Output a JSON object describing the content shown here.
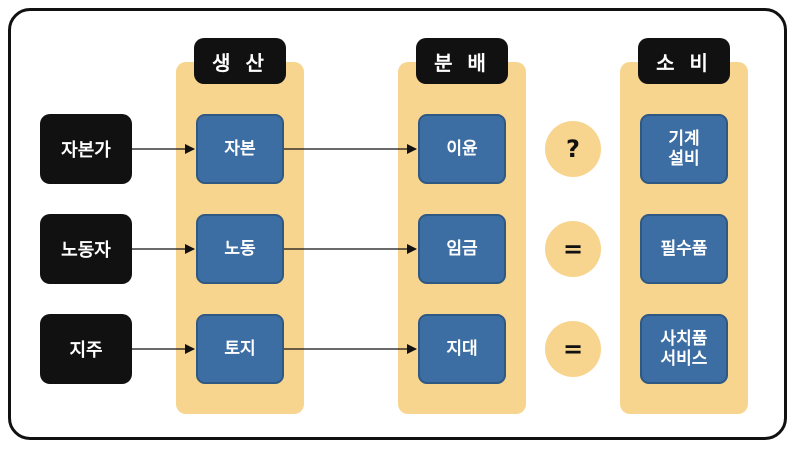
{
  "columns": [
    {
      "header": "생 산",
      "boxes": [
        "자본",
        "노동",
        "토지"
      ]
    },
    {
      "header": "분 배",
      "boxes": [
        "이윤",
        "임금",
        "지대"
      ]
    },
    {
      "header": "소 비",
      "boxes": [
        "기계\n설비",
        "필수품",
        "사치품\n서비스"
      ]
    }
  ],
  "agents": [
    "자본가",
    "노동자",
    "지주"
  ],
  "relations": [
    "?",
    "=",
    "="
  ],
  "colors": {
    "panel": "#f7d58e",
    "box": "#3d6ea3",
    "dark": "#111111"
  }
}
